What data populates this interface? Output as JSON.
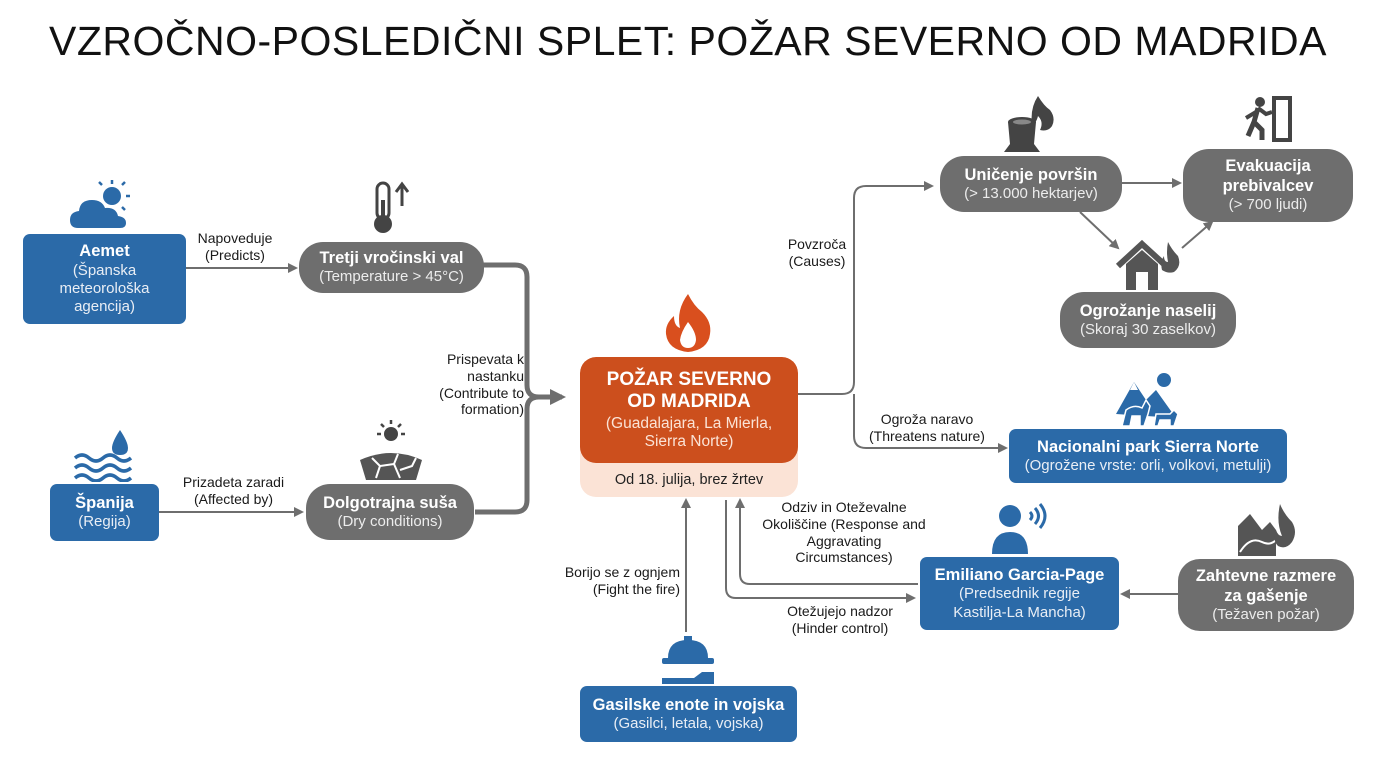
{
  "title": "VZROČNO-POSLEDIČNI SPLET: POŽAR SEVERNO OD MADRIDA",
  "colors": {
    "blue": "#2b6aa8",
    "gray": "#6e6e6e",
    "orange": "#cc4f1d",
    "peach": "#fbe3d6"
  },
  "nodes": {
    "aemet": {
      "title": "Aemet",
      "sub": "(Španska meteorološka agencija)",
      "icon": "cloud-sun-icon"
    },
    "heatwave": {
      "title": "Tretji vročinski val",
      "sub": "(Temperature > 45°C)",
      "icon": "thermometer-icon"
    },
    "spain": {
      "title": "Španija",
      "sub": "(Regija)",
      "icon": "water-waves-icon"
    },
    "drought": {
      "title": "Dolgotrajna suša",
      "sub": "(Dry conditions)",
      "icon": "cracked-earth-icon"
    },
    "fire": {
      "title": "POŽAR SEVERNO OD MADRIDA",
      "sub": "(Guadalajara, La Mierla, Sierra Norte)",
      "footer": "Od 18. julija, brez žrtev",
      "icon": "fire-icon"
    },
    "destruction": {
      "title": "Uničenje površin",
      "sub": "(> 13.000 hektarjev)",
      "icon": "burning-stump-icon"
    },
    "evacuation": {
      "title": "Evakuacija prebivalcev",
      "sub": "(> 700 ljudi)",
      "icon": "exit-door-icon"
    },
    "settlements": {
      "title": "Ogrožanje naselij",
      "sub": "(Skoraj 30 zaselkov)",
      "icon": "burning-house-icon"
    },
    "park": {
      "title": "Nacionalni park Sierra Norte",
      "sub": "(Ogrožene vrste: orli, volkovi, metulji)",
      "icon": "mountain-animals-icon"
    },
    "page": {
      "title": "Emiliano Garcia-Page",
      "sub": "(Predsednik regije Kastilja-La Mancha)",
      "icon": "speaker-person-icon"
    },
    "conditions": {
      "title": "Zahtevne razmere za gašenje",
      "sub": "(Težaven požar)",
      "icon": "fire-landscape-icon"
    },
    "firefighters": {
      "title": "Gasilske enote in vojska",
      "sub": "(Gasilci, letala, vojska)",
      "icon": "helmet-hose-icon"
    }
  },
  "edges": {
    "predicts": "Napoveduje (Predicts)",
    "contribute": "Prispevata k nastanku (Contribute to formation)",
    "affected": "Prizadeta zaradi (Affected by)",
    "causes": "Povzroča (Causes)",
    "threatens": "Ogroža naravo (Threatens nature)",
    "response": "Odziv in Oteževalne Okoliščine (Response and Aggravating Circumstances)",
    "fight": "Borijo se z ognjem (Fight the fire)",
    "hinder": "Otežujejo nadzor (Hinder control)"
  }
}
